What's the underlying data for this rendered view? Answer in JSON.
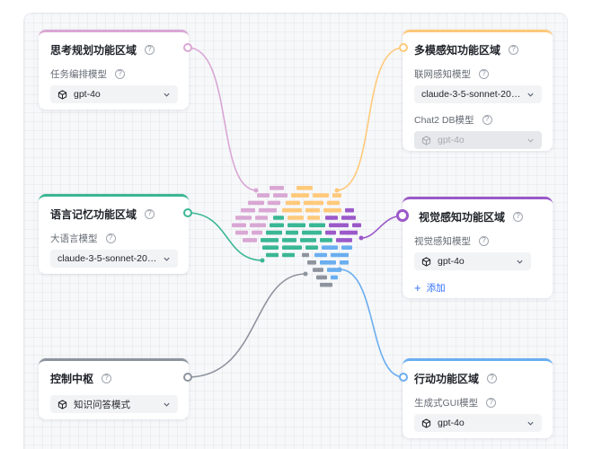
{
  "colors": {
    "think": "#d9a7d4",
    "multi": "#ffc97a",
    "lang": "#3ab795",
    "vision": "#9b59c9",
    "control": "#8e949e",
    "action": "#6aaef0"
  },
  "icons": {
    "help": "question-circle-icon",
    "model": "cube-icon",
    "dropdown": "chevron-down-icon",
    "add": "plus-icon"
  },
  "cards": {
    "think": {
      "title": "思考规划功能区域",
      "field_label": "任务编排模型",
      "model": "gpt-4o"
    },
    "multi": {
      "title": "多模感知功能区域",
      "field1_label": "联网感知模型",
      "model1": "claude-3-5-sonnet-20241022",
      "field2_label": "Chat2 DB模型",
      "model2": "gpt-4o"
    },
    "lang": {
      "title": "语言记忆功能区域",
      "field_label": "大语言模型",
      "model": "claude-3-5-sonnet-20241022"
    },
    "vision": {
      "title": "视觉感知功能区域",
      "field_label": "视觉感知模型",
      "model": "gpt-4o",
      "add_label": "添加"
    },
    "control": {
      "title": "控制中枢",
      "model": "知识问答模式"
    },
    "action": {
      "title": "行动功能区域",
      "field_label": "生成式GUI模型",
      "model": "gpt-4o"
    }
  }
}
